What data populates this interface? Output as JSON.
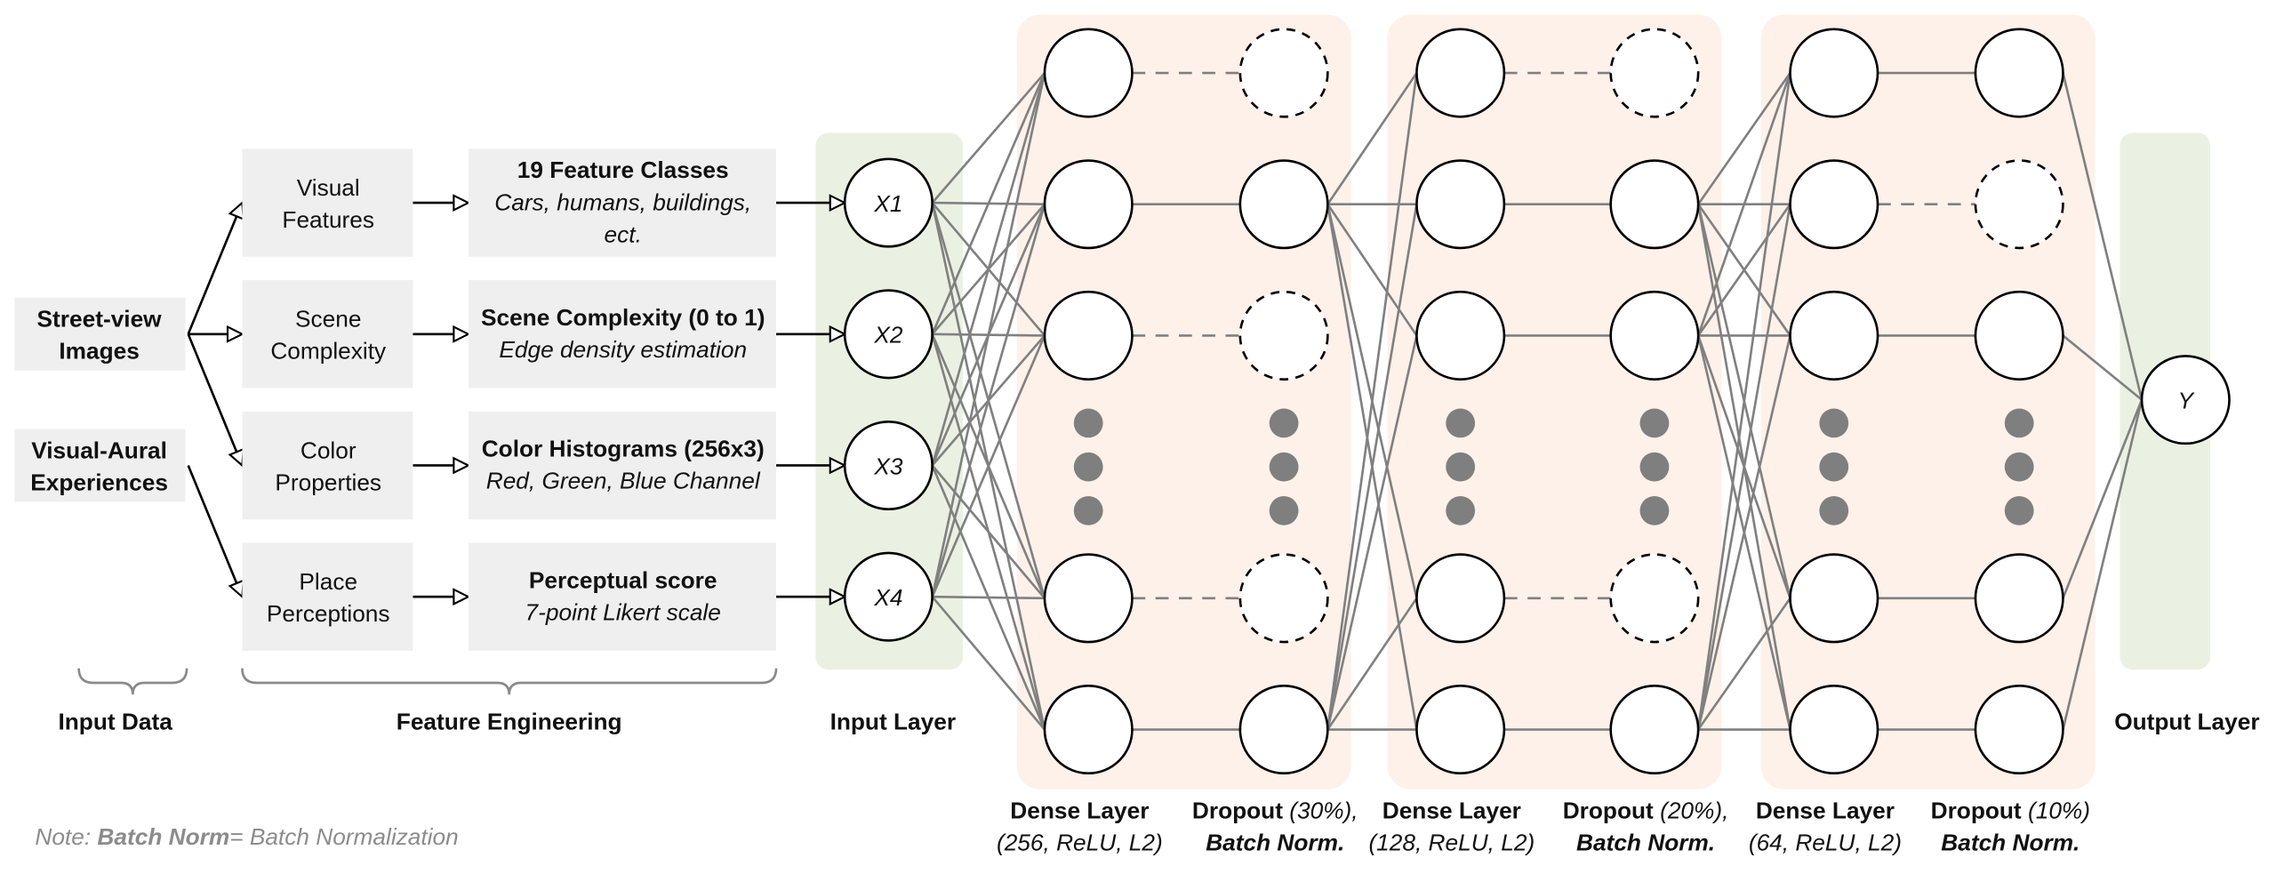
{
  "input_data": {
    "sources": [
      {
        "lines": [
          "Street-view",
          "Images"
        ]
      },
      {
        "lines": [
          "Visual-Aural",
          "Experiences"
        ]
      }
    ],
    "label": "Input Data"
  },
  "feature_engineering": {
    "label": "Feature Engineering",
    "rows": [
      {
        "category": [
          "Visual",
          "Features"
        ],
        "title": "19 Feature Classes",
        "desc": [
          "Cars, humans, buildings,",
          "ect."
        ]
      },
      {
        "category": [
          "Scene",
          "Complexity"
        ],
        "title": "Scene Complexity (0 to 1)",
        "desc": [
          "Edge density estimation"
        ]
      },
      {
        "category": [
          "Color",
          "Properties"
        ],
        "title": "Color Histograms (256x3)",
        "desc": [
          "Red, Green, Blue Channel"
        ]
      },
      {
        "category": [
          "Place",
          "Perceptions"
        ],
        "title": "Perceptual score",
        "desc": [
          "7-point Likert scale"
        ]
      }
    ]
  },
  "network": {
    "input_layer_label": "Input Layer",
    "input_nodes": [
      "X1",
      "X2",
      "X3",
      "X4"
    ],
    "output_layer_label": "Output Layer",
    "output_node": "Y",
    "blocks": [
      {
        "dense_title": "Dense Layer",
        "dense_params": "(256, ReLU, L2)",
        "dropout_title": "Dropout",
        "dropout_rate": "(30%),",
        "norm": "Batch Norm.",
        "dropped": [
          true,
          false,
          true,
          true,
          false
        ]
      },
      {
        "dense_title": "Dense Layer",
        "dense_params": "(128, ReLU, L2)",
        "dropout_title": "Dropout",
        "dropout_rate": "(20%),",
        "norm": "Batch Norm.",
        "dropped": [
          true,
          false,
          false,
          true,
          false
        ]
      },
      {
        "dense_title": "Dense Layer",
        "dense_params": "(64, ReLU, L2)",
        "dropout_title": "Dropout",
        "dropout_rate": "(10%)",
        "norm": "Batch Norm.",
        "dropped": [
          false,
          true,
          false,
          false,
          false
        ]
      }
    ]
  },
  "note": {
    "prefix": "Note: ",
    "term": "Batch Norm",
    "definition": "= Batch Normalization"
  },
  "colors": {
    "input_panel": "#ebf1e2",
    "block_panel": "#fdf1ea",
    "gray_box": "#efefef",
    "connection": "#808080",
    "ellipsis_dot": "#7f7f7f",
    "note_text": "#8c8c8c"
  }
}
